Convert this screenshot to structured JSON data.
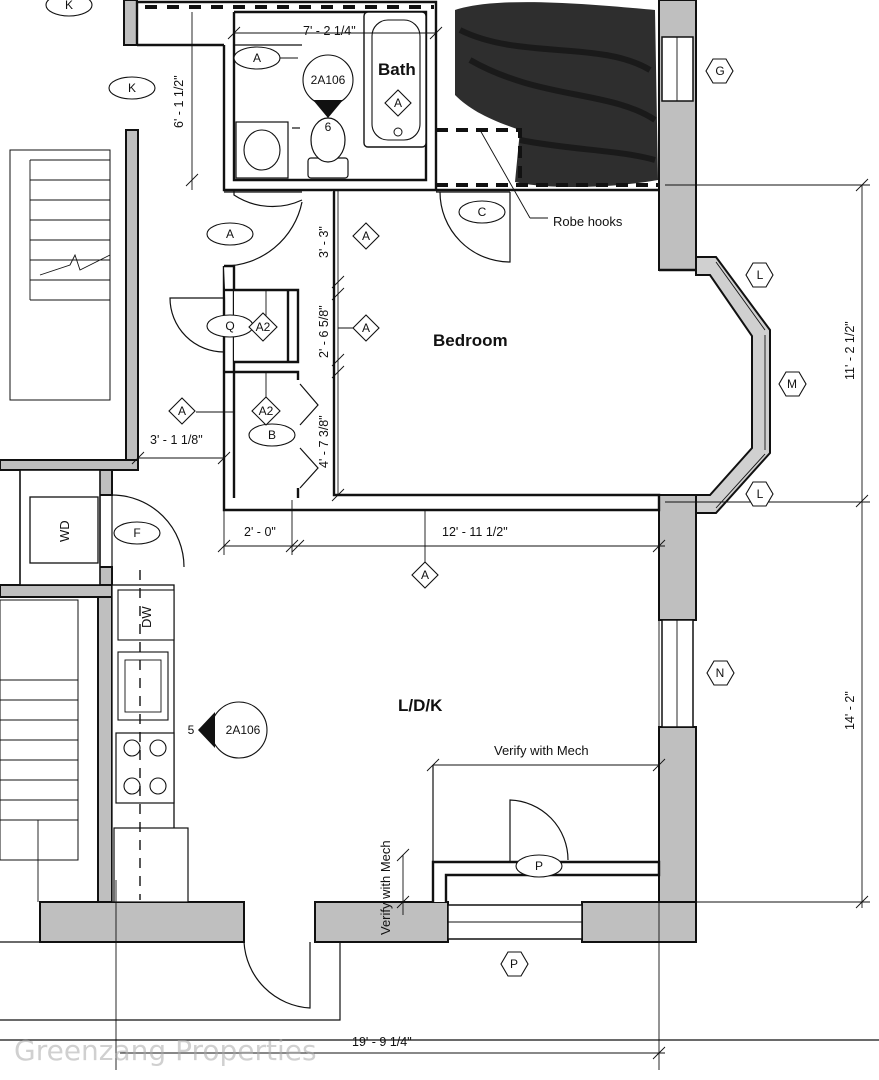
{
  "rooms": {
    "bath": "Bath",
    "bedroom": "Bedroom",
    "ldk": "L/D/K"
  },
  "dimensions": {
    "bath_width": "7' - 2 1/4\"",
    "bath_depth": "6' - 1 1/2\"",
    "hall_gap": "3' - 3\"",
    "closet_q": "2' - 6 5/8\"",
    "closet_b": "4' - 7 3/8\"",
    "hall_width": "3' - 1 1/8\"",
    "closet_depth": "2' - 0\"",
    "bedroom_width": "12' - 11 1/2\"",
    "bedroom_depth": "11' - 2 1/2\"",
    "ldk_depth": "14' - 2\"",
    "overall_width": "19' - 9 1/4\""
  },
  "annotations": {
    "robe_hooks": "Robe hooks",
    "verify_mech_h": "Verify with Mech",
    "verify_mech_v": "Verify with Mech",
    "wd": "WD",
    "dw": "DW"
  },
  "section_markers": {
    "upper": {
      "ref": "2A106",
      "num": "6"
    },
    "lower": {
      "ref": "2A106",
      "num": "5"
    }
  },
  "tags": {
    "k_top": "K",
    "k": "K",
    "a_bath_door": "A",
    "a_bath_tub": "A",
    "a_hall_top": "A",
    "a_hall_mid": "A",
    "a_hall": "A",
    "a_left": "A",
    "a_bottom": "A",
    "a2_q": "A2",
    "a2_b": "A2",
    "q": "Q",
    "b": "B",
    "c": "C",
    "f": "F",
    "p_door": "P",
    "p_window": "P",
    "g": "G",
    "l_top": "L",
    "l_bottom": "L",
    "m": "M",
    "n": "N"
  },
  "watermark": "Greenzang Properties"
}
